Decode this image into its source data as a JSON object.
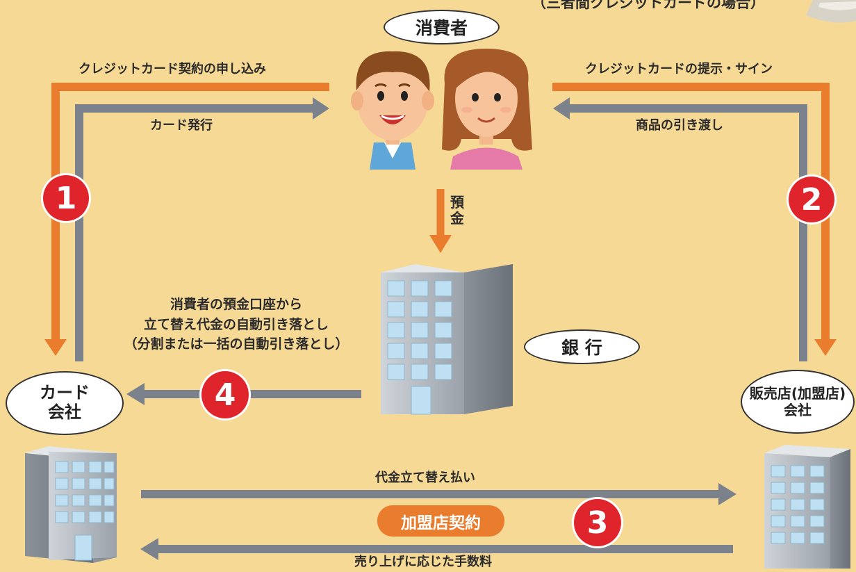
{
  "header": {
    "subtitle": "（三者間クレジットカードの場合）"
  },
  "nodes": {
    "consumer": "消費者",
    "bank": "銀 行",
    "card_company_line1": "カード",
    "card_company_line2": "会社",
    "merchant_line1": "販売店(加盟店)",
    "merchant_line2": "会社"
  },
  "flows": {
    "apply": "クレジットカード契約の申し込み",
    "issue": "カード発行",
    "present": "クレジットカードの提示・サイン",
    "deliver": "商品の引き渡し",
    "deposit_1": "預",
    "deposit_2": "金",
    "debit_line1": "消費者の預金口座から",
    "debit_line2": "立て替え代金の自動引き落とし",
    "debit_line3": "（分割または一括の自動引き落とし）",
    "pay": "代金立て替え払い",
    "contract": "加盟店契約",
    "fee": "売り上げに応じた手数料"
  },
  "steps": {
    "s1": "1",
    "s2": "2",
    "s3": "3",
    "s4": "4"
  },
  "colors": {
    "background": "#f7d996",
    "orange": "#ea7c2d",
    "gray": "#7c828b",
    "badge_red": "#e0242c"
  }
}
